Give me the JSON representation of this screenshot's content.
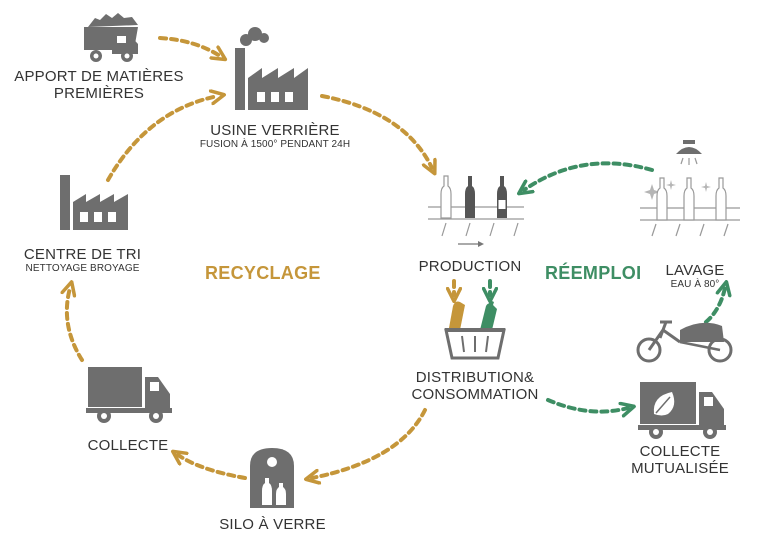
{
  "colors": {
    "recycling": "#C5963A",
    "reuse": "#3E8E64",
    "icon": "#6E6E6E",
    "text": "#333333"
  },
  "cycles": {
    "recycling": "RECYCLAGE",
    "reuse": "RÉEMPLOI"
  },
  "steps": {
    "raw_materials": {
      "title": "APPORT DE MATIÈRES PREMIÈRES",
      "icon": "dump-truck-icon"
    },
    "glassworks": {
      "title": "USINE VERRIÈRE",
      "subtitle": "FUSION À 1500° PENDANT 24H",
      "icon": "factory-icon"
    },
    "production": {
      "title": "PRODUCTION",
      "icon": "bottling-line-icon"
    },
    "distribution": {
      "title": "DISTRIBUTION& CONSOMMATION",
      "icon": "basket-icon"
    },
    "silo": {
      "title": "SILO À VERRE",
      "icon": "glass-silo-icon"
    },
    "collection": {
      "title": "COLLECTE",
      "icon": "truck-icon"
    },
    "sorting": {
      "title": "CENTRE DE TRI",
      "subtitle": "NETTOYAGE BROYAGE",
      "icon": "factory-icon"
    },
    "pooled_collection": {
      "title": "COLLECTE MUTUALISÉE",
      "icon": "eco-truck-icon"
    },
    "washing": {
      "title": "LAVAGE",
      "subtitle": "EAU À 80°",
      "icon": "washing-shower-icon"
    }
  }
}
